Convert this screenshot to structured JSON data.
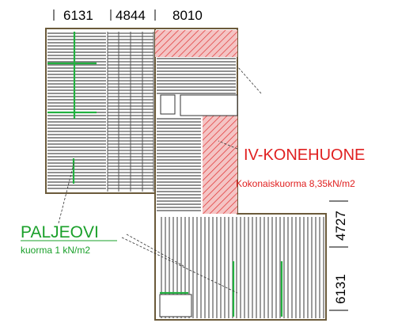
{
  "dimensions": {
    "top": [
      "6131",
      "4844",
      "8010"
    ],
    "right": [
      "4727",
      "6131"
    ]
  },
  "labels": {
    "machine_room_title": "IV-KONEHUONE",
    "machine_room_load": "Kokonaiskuorma 8,35kN/m2",
    "bellows_title": "PALJEOVI",
    "bellows_load": "kuorma 1 kN/m2"
  },
  "colors": {
    "hatch": "#e03030",
    "accent_green": "#22b040",
    "wall": "#6b5a3a",
    "label_red": "#e02020",
    "label_green": "#1aa02a"
  }
}
